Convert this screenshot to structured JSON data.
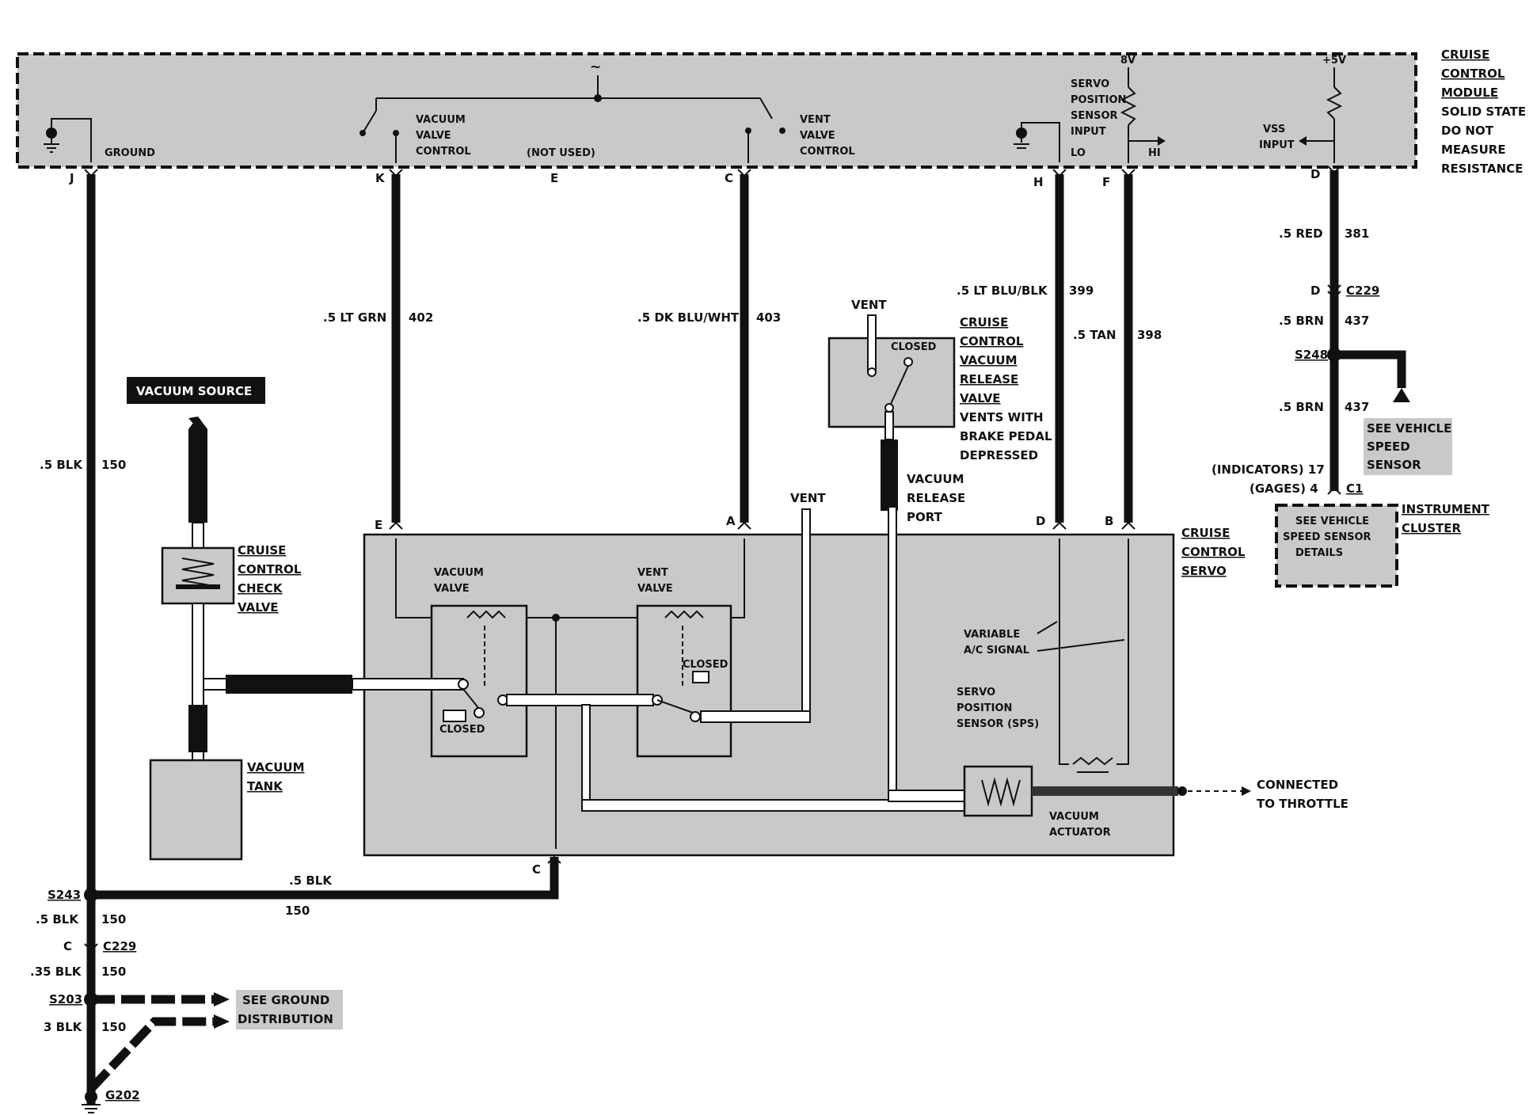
{
  "module": {
    "title_lines": [
      "CRUISE",
      "CONTROL",
      "MODULE"
    ],
    "note_lines": [
      "SOLID STATE",
      "DO NOT",
      "MEASURE",
      "RESISTANCE"
    ],
    "labels": {
      "ground": "GROUND",
      "vacuum_valve": [
        "VACUUM",
        "VALVE",
        "CONTROL"
      ],
      "not_used": "(NOT USED)",
      "vent_valve": [
        "VENT",
        "VALVE",
        "CONTROL"
      ],
      "sps_input": [
        "SERVO",
        "POSITION",
        "SENSOR",
        "INPUT"
      ],
      "lo": "LO",
      "hi": "HI",
      "eight_v": "8V",
      "five_v": "+5V",
      "vss_input": [
        "VSS",
        "INPUT"
      ],
      "ac_symbol": "~"
    },
    "pins": [
      "J",
      "K",
      "E",
      "C",
      "H",
      "F",
      "D"
    ]
  },
  "wires": {
    "ground": {
      "gauge": ".5 BLK",
      "circuit": "150"
    },
    "vacuum": {
      "gauge": ".5 LT GRN",
      "circuit": "402"
    },
    "vent": {
      "gauge": ".5 DK BLU/WHT",
      "circuit": "403"
    },
    "sps_lo": {
      "gauge": ".5 LT BLU/BLK",
      "circuit": "399"
    },
    "sps_hi": {
      "gauge": ".5 TAN",
      "circuit": "398"
    },
    "vss": {
      "gauge": ".5 RED",
      "circuit": "381"
    },
    "vss_2": {
      "gauge": ".5 BRN",
      "circuit": "437"
    },
    "vss_3": {
      "gauge": ".5 BRN",
      "circuit": "437"
    },
    "servo_ground": {
      "gauge": ".5 BLK",
      "circuit": "150"
    },
    "ground_2": {
      "gauge": ".5 BLK",
      "circuit": "150"
    },
    "ground_3": {
      "gauge": ".35 BLK",
      "circuit": "150"
    },
    "ground_4": {
      "gauge": "3 BLK",
      "circuit": "150"
    }
  },
  "connectors": {
    "c229_top": {
      "pin": "D",
      "name": "C229"
    },
    "s248": "S248",
    "c1": {
      "pin": "C1",
      "indicators": "(INDICATORS) 17",
      "gages": "(GAGES) 4"
    },
    "s243": "S243",
    "c229_bottom": {
      "pin": "C",
      "name": "C229"
    },
    "s203": "S203",
    "g202": "G202"
  },
  "references": {
    "vehicle_speed_sensor": [
      "SEE VEHICLE",
      "SPEED",
      "SENSOR"
    ],
    "speed_sensor_details": [
      "SEE VEHICLE",
      "SPEED SENSOR",
      "DETAILS"
    ],
    "instrument_cluster": [
      "INSTRUMENT",
      "CLUSTER"
    ],
    "ground_distribution": [
      "SEE GROUND",
      "DISTRIBUTION"
    ]
  },
  "vacuum": {
    "source": "VACUUM SOURCE",
    "check_valve": [
      "CRUISE",
      "CONTROL",
      "CHECK",
      "VALVE"
    ],
    "tank": [
      "VACUUM",
      "TANK"
    ],
    "release_valve": [
      "CRUISE",
      "CONTROL",
      "VACUUM",
      "RELEASE",
      "VALVE"
    ],
    "release_note": [
      "VENTS WITH",
      "BRAKE PEDAL",
      "DEPRESSED"
    ],
    "release_port": [
      "VACUUM",
      "RELEASE",
      "PORT"
    ],
    "vent": "VENT",
    "closed": "CLOSED"
  },
  "servo": {
    "title_lines": [
      "CRUISE",
      "CONTROL",
      "SERVO"
    ],
    "pins": [
      "E",
      "A",
      "D",
      "B",
      "C"
    ],
    "vacuum_valve": [
      "VACUUM",
      "VALVE"
    ],
    "vent_valve": [
      "VENT",
      "VALVE"
    ],
    "closed": "CLOSED",
    "variable_ac": [
      "VARIABLE",
      "A/C SIGNAL"
    ],
    "sps": [
      "SERVO",
      "POSITION",
      "SENSOR (SPS)"
    ],
    "actuator": [
      "VACUUM",
      "ACTUATOR"
    ],
    "throttle": [
      "CONNECTED",
      "TO THROTTLE"
    ],
    "vent": "VENT"
  }
}
